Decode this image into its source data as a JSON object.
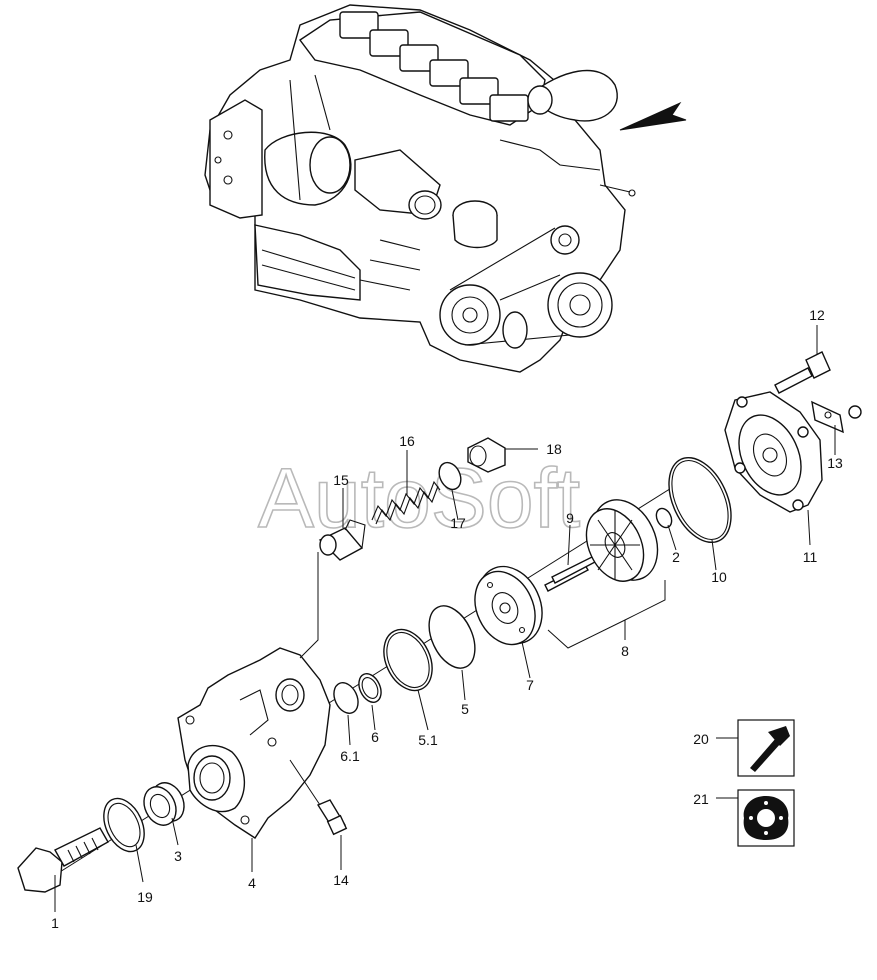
{
  "watermark": "AutoSoft",
  "callouts": {
    "c1": "1",
    "c2": "2",
    "c3": "3",
    "c4": "4",
    "c5": "5",
    "c5_1": "5.1",
    "c6": "6",
    "c6_1": "6.1",
    "c7": "7",
    "c8": "8",
    "c9": "9",
    "c10": "10",
    "c11": "11",
    "c12": "12",
    "c13": "13",
    "c14": "14",
    "c15": "15",
    "c16": "16",
    "c17": "17",
    "c18": "18",
    "c19": "19",
    "c20": "20",
    "c21": "21"
  },
  "icons": {
    "tool": "hammer-icon",
    "gasket": "gasket-icon"
  },
  "colors": {
    "line": "#111111",
    "watermark": "#b9b9b9",
    "background": "#ffffff"
  }
}
